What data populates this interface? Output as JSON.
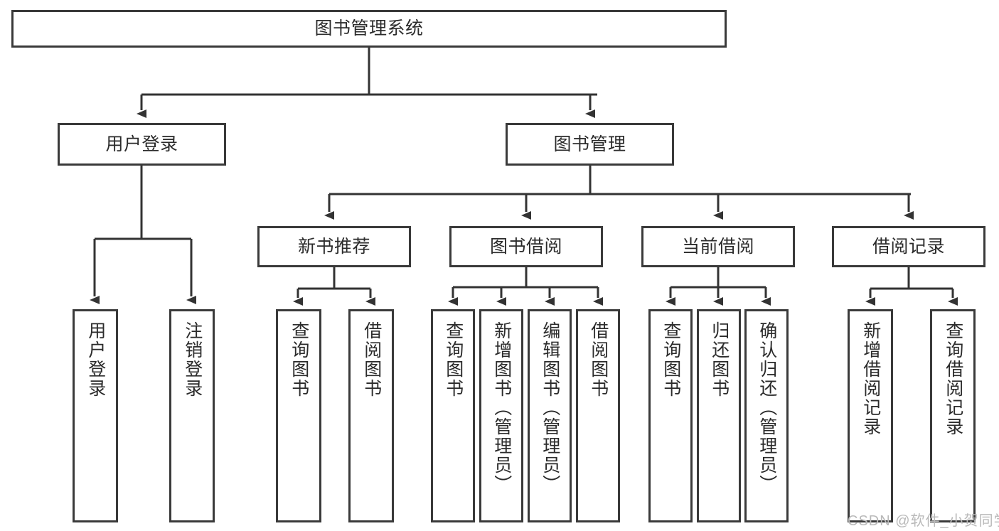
{
  "diagram": {
    "type": "tree-hierarchy-flowchart",
    "title_node": "图书管理系统",
    "colors": {
      "box_border": "#3a3a3a",
      "box_fill": "#ffffff",
      "edge": "#333333",
      "text": "#2b2b2b",
      "watermark": "#b9b9b9",
      "background": "#ffffff"
    },
    "watermark": "CSDN @软件_小贺同学",
    "levels": [
      {
        "level": 0,
        "nodes": [
          {
            "id": "root",
            "label": "图书管理系统",
            "orientation": "horizontal"
          }
        ]
      },
      {
        "level": 1,
        "nodes": [
          {
            "id": "login",
            "label": "用户登录",
            "orientation": "horizontal",
            "parent": "root"
          },
          {
            "id": "bookmgmt",
            "label": "图书管理",
            "orientation": "horizontal",
            "parent": "root"
          }
        ]
      },
      {
        "level": 2,
        "nodes": [
          {
            "id": "newbook",
            "label": "新书推荐",
            "orientation": "horizontal",
            "parent": "bookmgmt"
          },
          {
            "id": "borrow",
            "label": "图书借阅",
            "orientation": "horizontal",
            "parent": "bookmgmt"
          },
          {
            "id": "current",
            "label": "当前借阅",
            "orientation": "horizontal",
            "parent": "bookmgmt"
          },
          {
            "id": "records",
            "label": "借阅记录",
            "orientation": "horizontal",
            "parent": "bookmgmt"
          }
        ]
      },
      {
        "level": 3,
        "nodes": [
          {
            "id": "leaf1",
            "label": "用户登录",
            "orientation": "vertical",
            "parent": "login"
          },
          {
            "id": "leaf2",
            "label": "注销登录",
            "orientation": "vertical",
            "parent": "login"
          },
          {
            "id": "leaf3",
            "label": "查询图书",
            "orientation": "vertical",
            "parent": "newbook"
          },
          {
            "id": "leaf4",
            "label": "借阅图书",
            "orientation": "vertical",
            "parent": "newbook"
          },
          {
            "id": "leaf5",
            "label": "查询图书",
            "orientation": "vertical",
            "parent": "borrow"
          },
          {
            "id": "leaf6",
            "label": "新增图书（管理员）",
            "orientation": "vertical",
            "parent": "borrow"
          },
          {
            "id": "leaf7",
            "label": "编辑图书（管理员）",
            "orientation": "vertical",
            "parent": "borrow"
          },
          {
            "id": "leaf8",
            "label": "借阅图书",
            "orientation": "vertical",
            "parent": "borrow"
          },
          {
            "id": "leaf9",
            "label": "查询图书",
            "orientation": "vertical",
            "parent": "current"
          },
          {
            "id": "leaf10",
            "label": "归还图书",
            "orientation": "vertical",
            "parent": "current"
          },
          {
            "id": "leaf11",
            "label": "确认归还（管理员）",
            "orientation": "vertical",
            "parent": "current"
          },
          {
            "id": "leaf12",
            "label": "新增借阅记录",
            "orientation": "vertical",
            "parent": "records"
          },
          {
            "id": "leaf13",
            "label": "查询借阅记录",
            "orientation": "vertical",
            "parent": "records"
          }
        ]
      }
    ]
  }
}
